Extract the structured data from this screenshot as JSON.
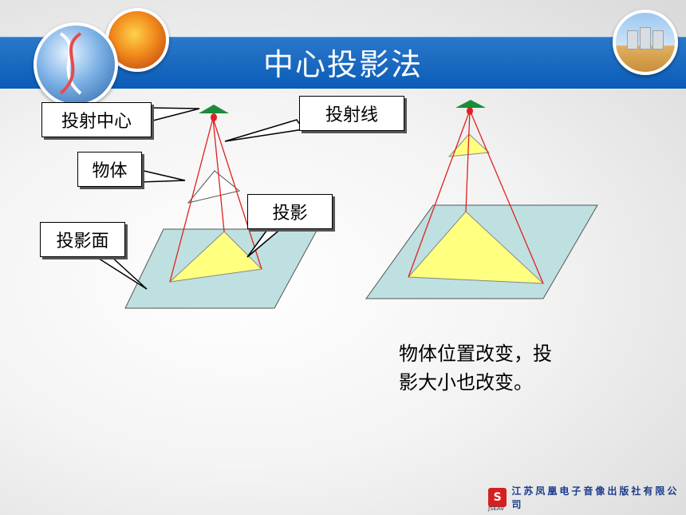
{
  "title": "中心投影法",
  "labels": {
    "projection_center": "投射中心",
    "projection_line": "投射线",
    "object": "物体",
    "projection": "投影",
    "projection_plane": "投影面"
  },
  "caption_line1": "物体位置改变，投",
  "caption_line2": "影大小也改变。",
  "publisher": {
    "logo_glyph": "S",
    "abbr": "JSEAV",
    "name": "江苏凤凰电子音像出版社有限公司"
  },
  "colors": {
    "title_bar": "#0a5cb8",
    "plane": "#bfe0e0",
    "projection_fill": "#ffff80",
    "rays": "#e02020",
    "center_marker": "#1a8c3a"
  }
}
